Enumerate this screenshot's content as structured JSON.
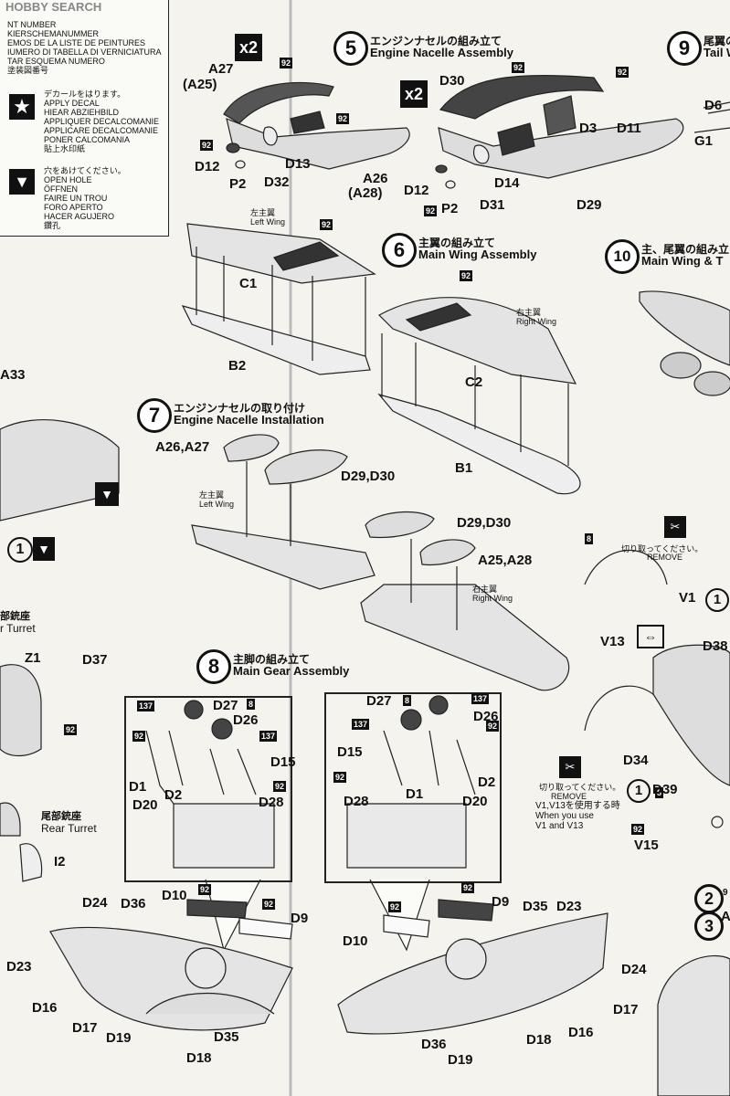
{
  "watermark": "HOBBY SEARCH",
  "legend": {
    "lines_top": [
      "NT NUMBER",
      "KIERSCHEMANUMMER",
      "EMOS DE LA LISTE DE PEINTURES",
      "IUMERO DI TABELLA DI VERNICIATURA",
      "TAR ESQUEMA NUMERO",
      "塗装図番号"
    ],
    "decal": [
      "デカールをはります。",
      "APPLY DECAL",
      "HIEAR ABZIEHBILD",
      "APPLIQUER DECALCOMANIE",
      "APPLICARE DECALCOMANIE",
      "PONER CALCOMANIA",
      "貼上水印紙"
    ],
    "hole": [
      "穴をあけてください。",
      "OPEN HOLE",
      "ÖFFNEN",
      "FAIRE UN TROU",
      "FORO APERTO",
      "HACER AGUJERO",
      "鑽孔"
    ]
  },
  "steps": {
    "s5": {
      "num": "5",
      "jp": "エンジンナセルの組み立て",
      "en": "Engine Nacelle Assembly"
    },
    "s6": {
      "num": "6",
      "jp": "主翼の組み立て",
      "en": "Main Wing Assembly"
    },
    "s7": {
      "num": "7",
      "jp": "エンジンナセルの取り付け",
      "en": "Engine Nacelle Installation"
    },
    "s8": {
      "num": "8",
      "jp": "主脚の組み立て",
      "en": "Main Gear Assembly"
    },
    "s9": {
      "num": "9",
      "jp": "尾翼の",
      "en": "Tail W"
    },
    "s10": {
      "num": "10",
      "jp": "主、尾翼の組み立",
      "en": "Main Wing & T"
    }
  },
  "multipliers": {
    "a": "x2",
    "b": "x2"
  },
  "paint_codes": {
    "c92": "92",
    "c137": "137",
    "c8": "8"
  },
  "wing_labels": {
    "left_jp": "左主翼",
    "left_en": "Left Wing",
    "right_jp": "右主翼",
    "right_en": "Right Wing"
  },
  "remove": {
    "jp": "切り取ってください。",
    "en": "REMOVE",
    "note_jp": "V1,V13を使用する時",
    "note_en1": "When you use",
    "note_en2": "V1 and V13"
  },
  "turret": {
    "jp1": "部銃座",
    "en1": "r Turret",
    "jp2": "尾部銃座",
    "en2": "Rear Turret"
  },
  "parts": {
    "A27": "A27",
    "A25p": "(A25)",
    "D12": "D12",
    "P2": "P2",
    "D32": "D32",
    "D13": "D13",
    "A26": "A26",
    "A28p": "(A28)",
    "D30": "D30",
    "D3": "D3",
    "D11": "D11",
    "D14": "D14",
    "D31": "D31",
    "D29": "D29",
    "D12b": "D12",
    "P2b": "P2",
    "D6": "D6",
    "G1": "G1",
    "C1": "C1",
    "B2": "B2",
    "C2": "C2",
    "B1": "B1",
    "A33": "A33",
    "A26A27": "A26,A27",
    "D29D30": "D29,D30",
    "D29D30b": "D29,D30",
    "A25A28": "A25,A28",
    "Z1": "Z1",
    "D37": "D37",
    "I2": "I2",
    "D27": "D27",
    "D26": "D26",
    "D15": "D15",
    "D1": "D1",
    "D2": "D2",
    "D20": "D20",
    "D28": "D28",
    "D27b": "D27",
    "D26b": "D26",
    "D15b": "D15",
    "D28b": "D28",
    "D1b": "D1",
    "D20b": "D20",
    "D2b": "D2",
    "D10": "D10",
    "D9": "D9",
    "D24": "D24",
    "D36": "D36",
    "D23": "D23",
    "D16": "D16",
    "D17": "D17",
    "D19": "D19",
    "D35": "D35",
    "D18": "D18",
    "D9b": "D9",
    "D10b": "D10",
    "D35b": "D35",
    "D23b": "D23",
    "D24b": "D24",
    "D17b": "D17",
    "D16b": "D16",
    "D18b": "D18",
    "D36b": "D36",
    "D19b": "D19",
    "V1": "V1",
    "V13": "V13",
    "D38": "D38",
    "D34": "D34",
    "D39": "D39",
    "V15": "V15",
    "n8": "8",
    "n2": "2",
    "n3": "3",
    "A": "A",
    "n1": "1",
    "n1b": "1",
    "n9": "9"
  }
}
